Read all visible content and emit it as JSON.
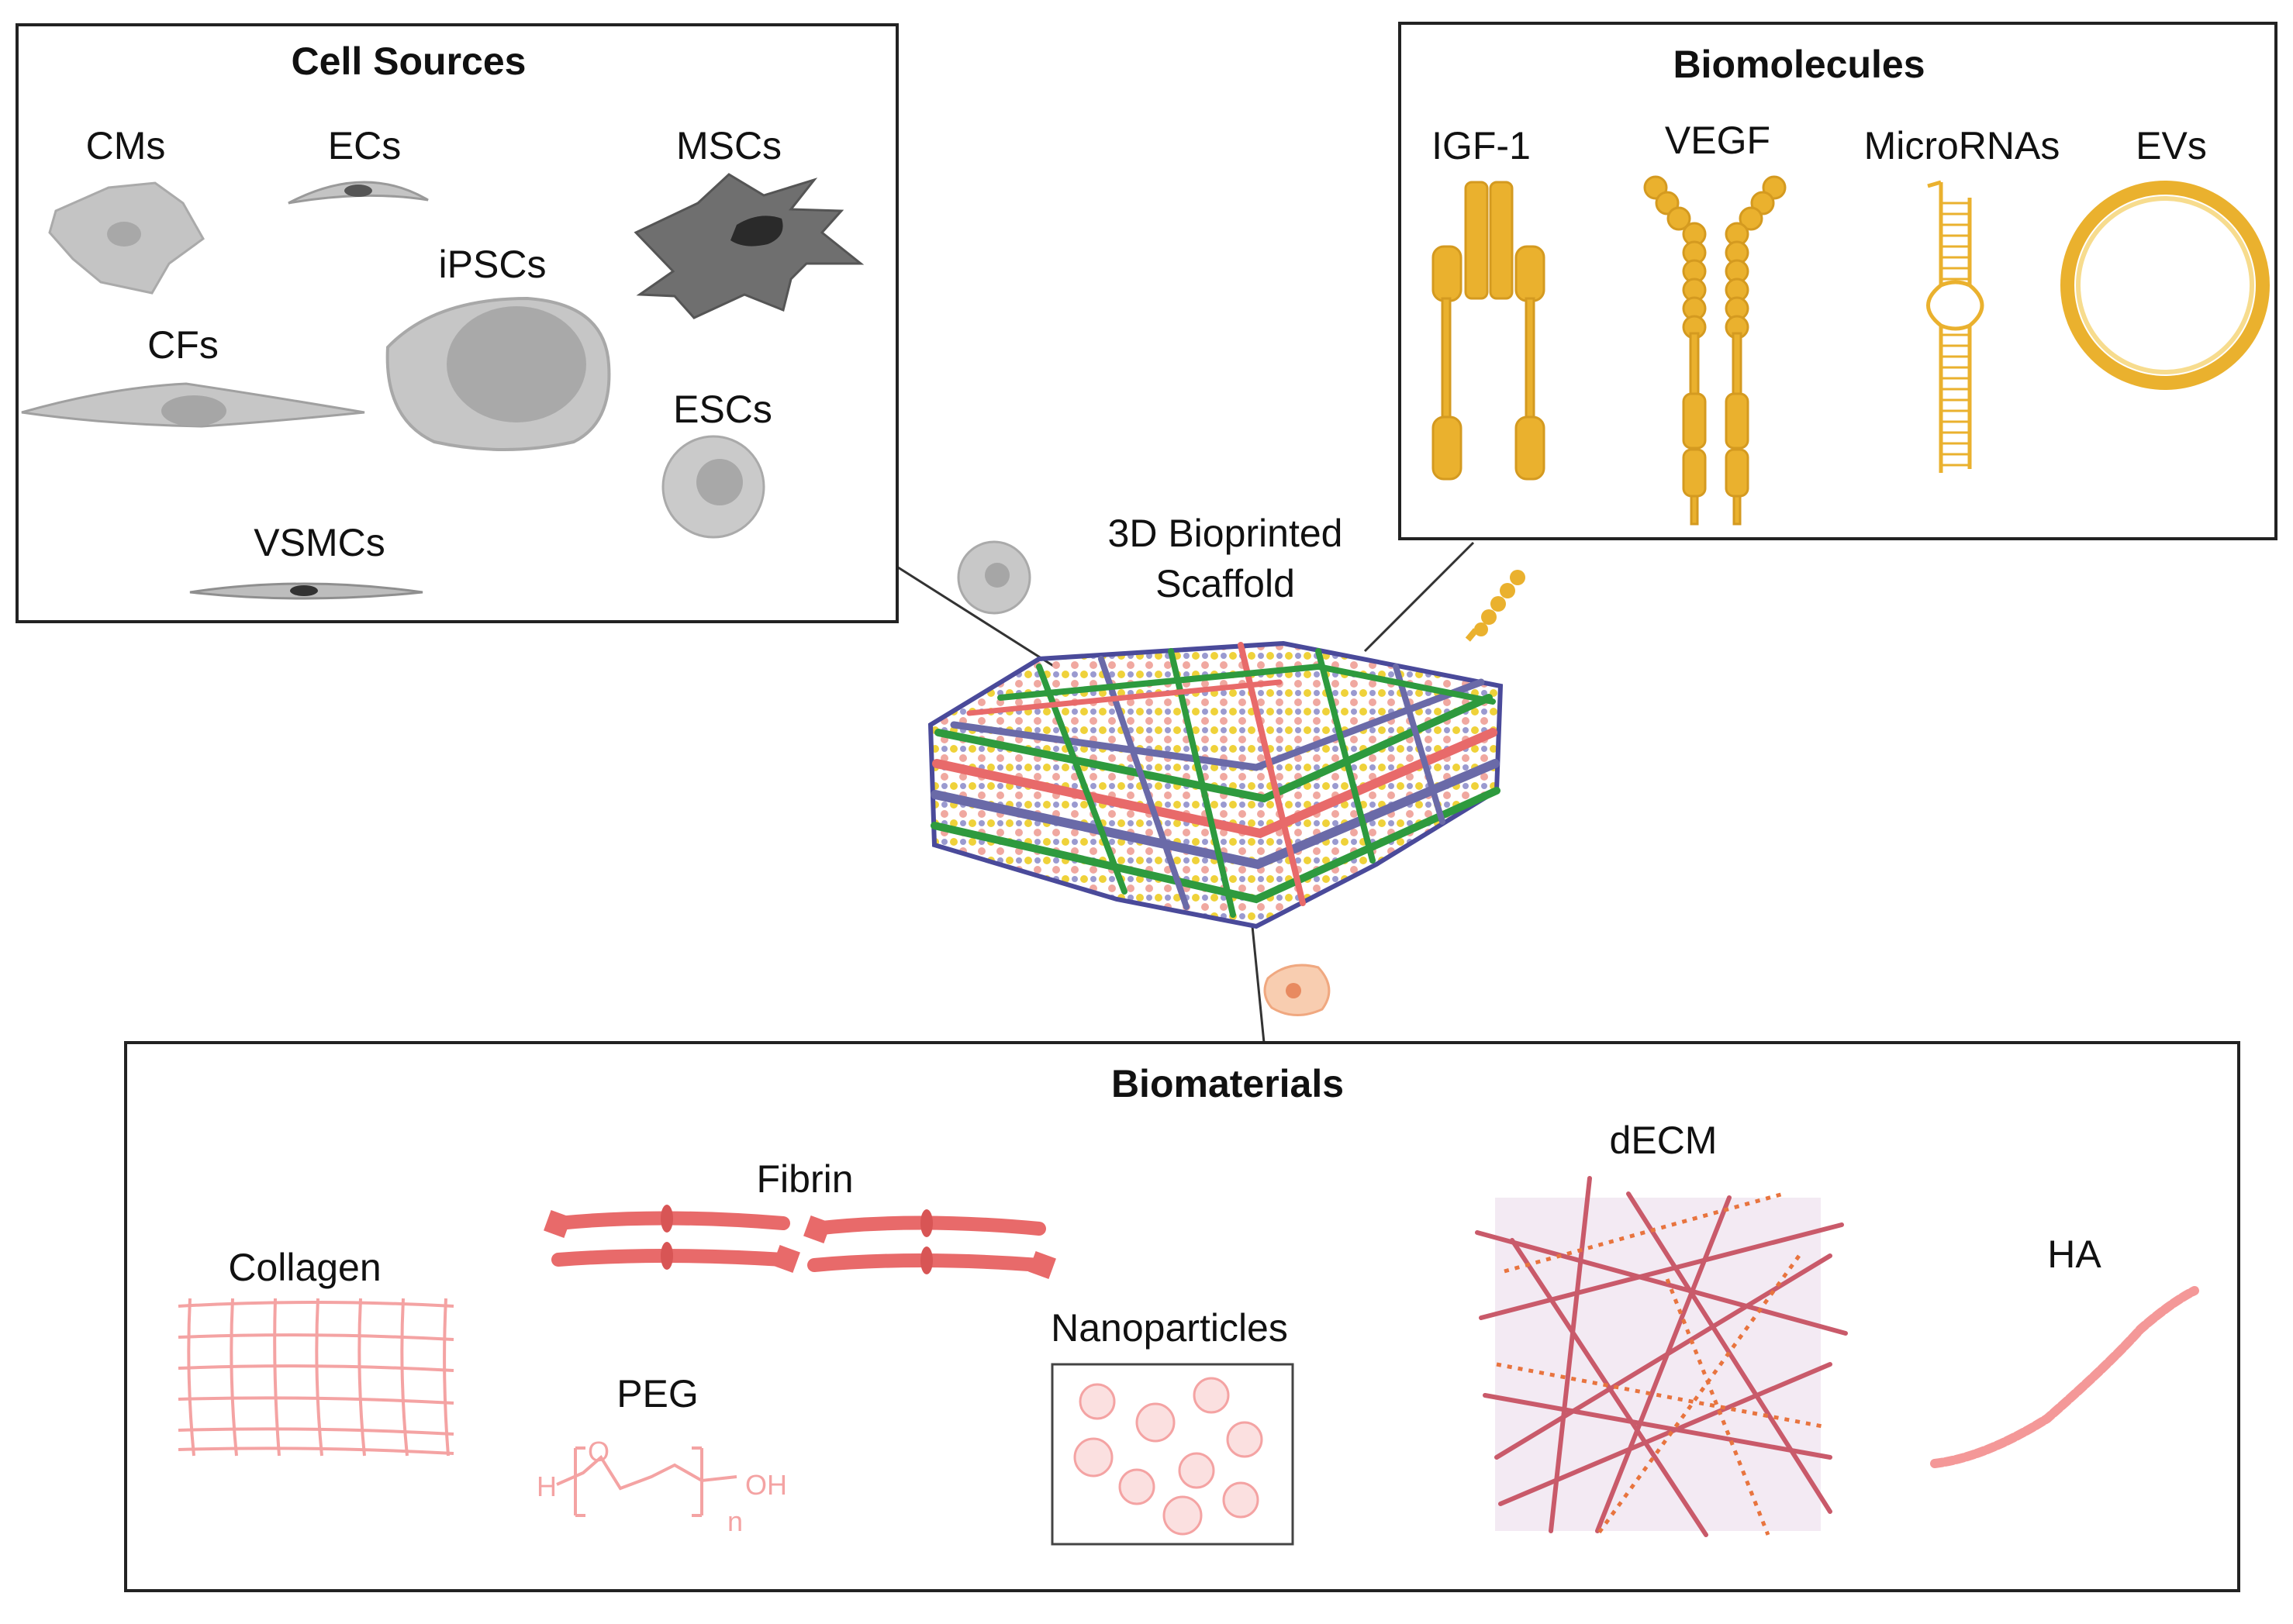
{
  "cell_sources": {
    "title": "Cell Sources",
    "labels": {
      "cms": "CMs",
      "ecs": "ECs",
      "mscs": "MSCs",
      "ipscs": "iPSCs",
      "cfs": "CFs",
      "escs": "ESCs",
      "vsmcs": "VSMCs"
    }
  },
  "biomolecules": {
    "title": "Biomolecules",
    "labels": {
      "igf1": "IGF-1",
      "vegf": "VEGF",
      "micrornas": "MicroRNAs",
      "evs": "EVs"
    }
  },
  "scaffold": {
    "line1": "3D Bioprinted",
    "line2": "Scaffold"
  },
  "biomaterials": {
    "title": "Biomaterials",
    "labels": {
      "collagen": "Collagen",
      "fibrin": "Fibrin",
      "peg": "PEG",
      "nanoparticles": "Nanoparticles",
      "decm": "dECM",
      "ha": "HA"
    },
    "peg_formula": {
      "h": "H",
      "o": "O",
      "oh": "OH",
      "n": "n"
    }
  },
  "colors": {
    "cell_gray": "#c8c8c8",
    "gold": "#eab12e",
    "pink": "#f4a3a3",
    "fibrin_red": "#e86a6a",
    "scaffold_green": "#2e9a3e",
    "scaffold_purple": "#6a6aa8",
    "decm_bg": "#f3eaf3"
  }
}
